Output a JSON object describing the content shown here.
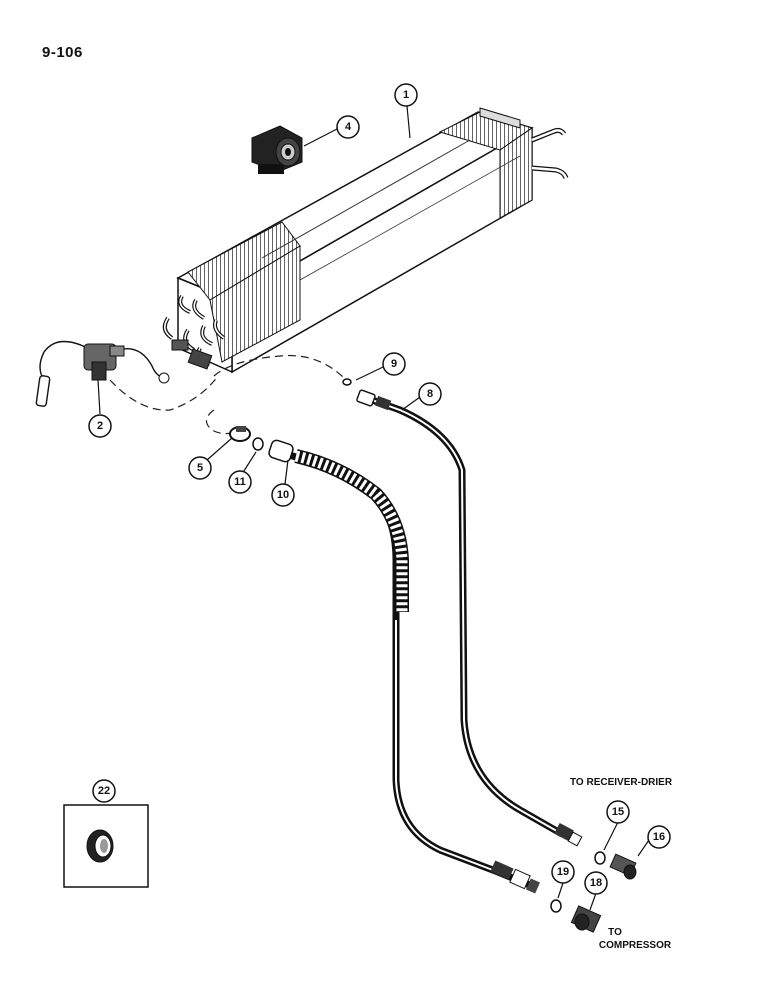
{
  "page": {
    "number": "9-106"
  },
  "callouts": {
    "c1": "1",
    "c2": "2",
    "c4": "4",
    "c5": "5",
    "c8": "8",
    "c9": "9",
    "c10": "10",
    "c11": "11",
    "c15": "15",
    "c16": "16",
    "c18": "18",
    "c19": "19",
    "c22": "22"
  },
  "notes": {
    "receiver_drier": "TO RECEIVER-DRIER",
    "to": "TO",
    "compressor": "COMPRESSOR"
  }
}
